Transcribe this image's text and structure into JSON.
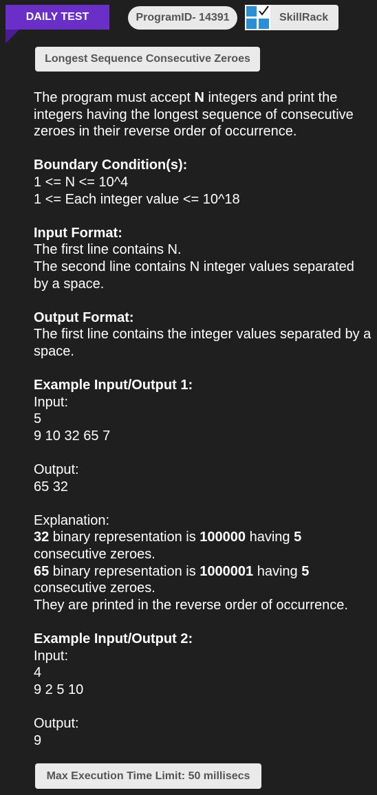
{
  "header": {
    "badge": "DAILY TEST",
    "program_id": "ProgramID- 14391",
    "brand": "SkillRack"
  },
  "problem": {
    "title": "Longest Sequence Consecutive Zeroes",
    "description": {
      "part1": "The program must accept ",
      "n": "N",
      "part2": " integers and print the integers having the longest sequence of consecutive zeroes in their reverse order of occurrence."
    },
    "boundary": {
      "heading": "Boundary Condition(s):",
      "line1": "1 <= N <= 10^4",
      "line2": "1 <= Each integer value <= 10^18"
    },
    "input_format": {
      "heading": "Input Format:",
      "line1": "The first line contains N.",
      "line2": "The second line contains N integer values separated by a space."
    },
    "output_format": {
      "heading": "Output Format:",
      "line1": "The first line contains the integer values separated by a space."
    },
    "example1": {
      "heading": "Example Input/Output 1:",
      "input_label": "Input:",
      "input_line1": "5",
      "input_line2": "9 10 32 65 7",
      "output_label": "Output:",
      "output_line1": "65 32",
      "explanation_label": "Explanation:",
      "exp1_num": "32",
      "exp1_mid": " binary representation is ",
      "exp1_bin": "100000",
      "exp1_having": " having ",
      "exp1_count": "5",
      "exp1_end": "consecutive zeroes.",
      "exp2_num": "65",
      "exp2_mid": " binary representation is ",
      "exp2_bin": "1000001",
      "exp2_having": " having ",
      "exp2_count": "5",
      "exp2_end": "consecutive zeroes.",
      "exp3": "They are printed in the reverse order of occurrence."
    },
    "example2": {
      "heading": "Example Input/Output 2:",
      "input_label": "Input:",
      "input_line1": "4",
      "input_line2": "9 2 5 10",
      "output_label": "Output:",
      "output_line1": "9"
    },
    "time_limit": "Max Execution Time Limit: 50 millisecs"
  }
}
